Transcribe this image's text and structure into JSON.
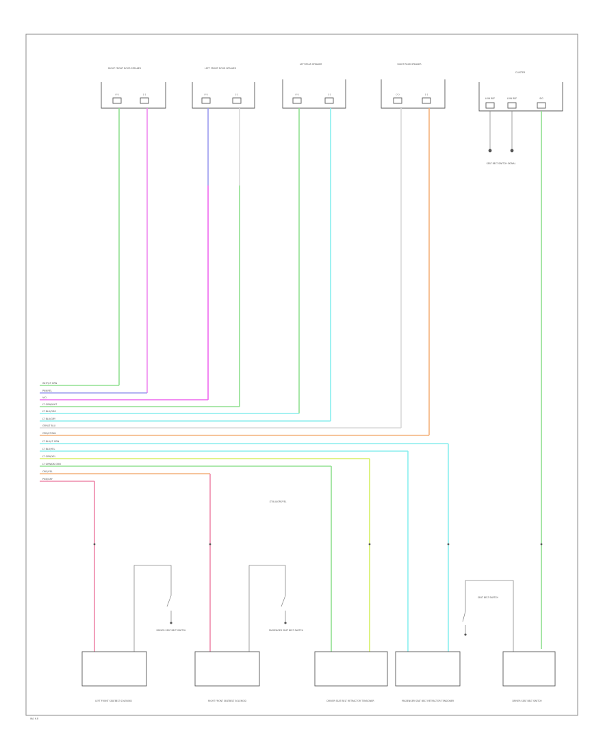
{
  "diagram": {
    "top_components": [
      {
        "id": "rf-door",
        "title": "RIGHT FRONT DOOR SPEAKER",
        "pins": [
          "(+)",
          "(-)"
        ]
      },
      {
        "id": "lf-door",
        "title": "LEFT FRONT DOOR SPEAKER",
        "pins": [
          "(+)",
          "(-)"
        ]
      },
      {
        "id": "lr-speaker",
        "title": "LEFT REAR SPEAKER",
        "pins": [
          "(+)",
          "(-)"
        ]
      },
      {
        "id": "rr-speaker",
        "title": "RIGHT REAR SPEAKER",
        "pins": [
          "(+)",
          "(-)"
        ]
      },
      {
        "id": "cluster",
        "title": "CLUSTER",
        "pins": [
          "LOW REF",
          "LOW REF",
          "SIG"
        ]
      }
    ],
    "bus_labels": [
      "WHT/LT GRN",
      "PNK/YEL",
      "VIO",
      "LT GRN/WHT",
      "LT BLU/ORG",
      "LT BLU/GRY",
      "GRY/LT BLU",
      "ORG/LT BLU",
      "LT BLU/LT GRN",
      "LT BLU/YEL",
      "LT GRN/YEL",
      "LT GRN/DK GRN",
      "ORG/YEL",
      "PNK/GRY"
    ],
    "mid_label": "LT BLU/GRY/YEL",
    "cluster_sub_label": "SEAT BELT SWITCH SIGNAL",
    "bottom_components": [
      {
        "id": "lf-seatbelt",
        "title": "LEFT FRONT SEATBELT SOLENOID"
      },
      {
        "id": "rf-seatbelt",
        "title": "RIGHT FRONT SEATBELT SOLENOID"
      },
      {
        "id": "driver-retractor",
        "title": "DRIVER SEAT BELT RETRACTOR TENSIONER"
      },
      {
        "id": "pass-retractor",
        "title": "PASSENGER SEAT BELT RETRACTOR TENSIONER"
      },
      {
        "id": "driver-buckle",
        "title": "DRIVER SEAT BELT SWITCH"
      }
    ],
    "switch_labels": [
      "DRIVER SEAT BELT SWITCH",
      "PASSENGER SEAT BELT SWITCH",
      "SEAT BELT SWITCH"
    ],
    "footer_code": "W/L 6.8"
  }
}
